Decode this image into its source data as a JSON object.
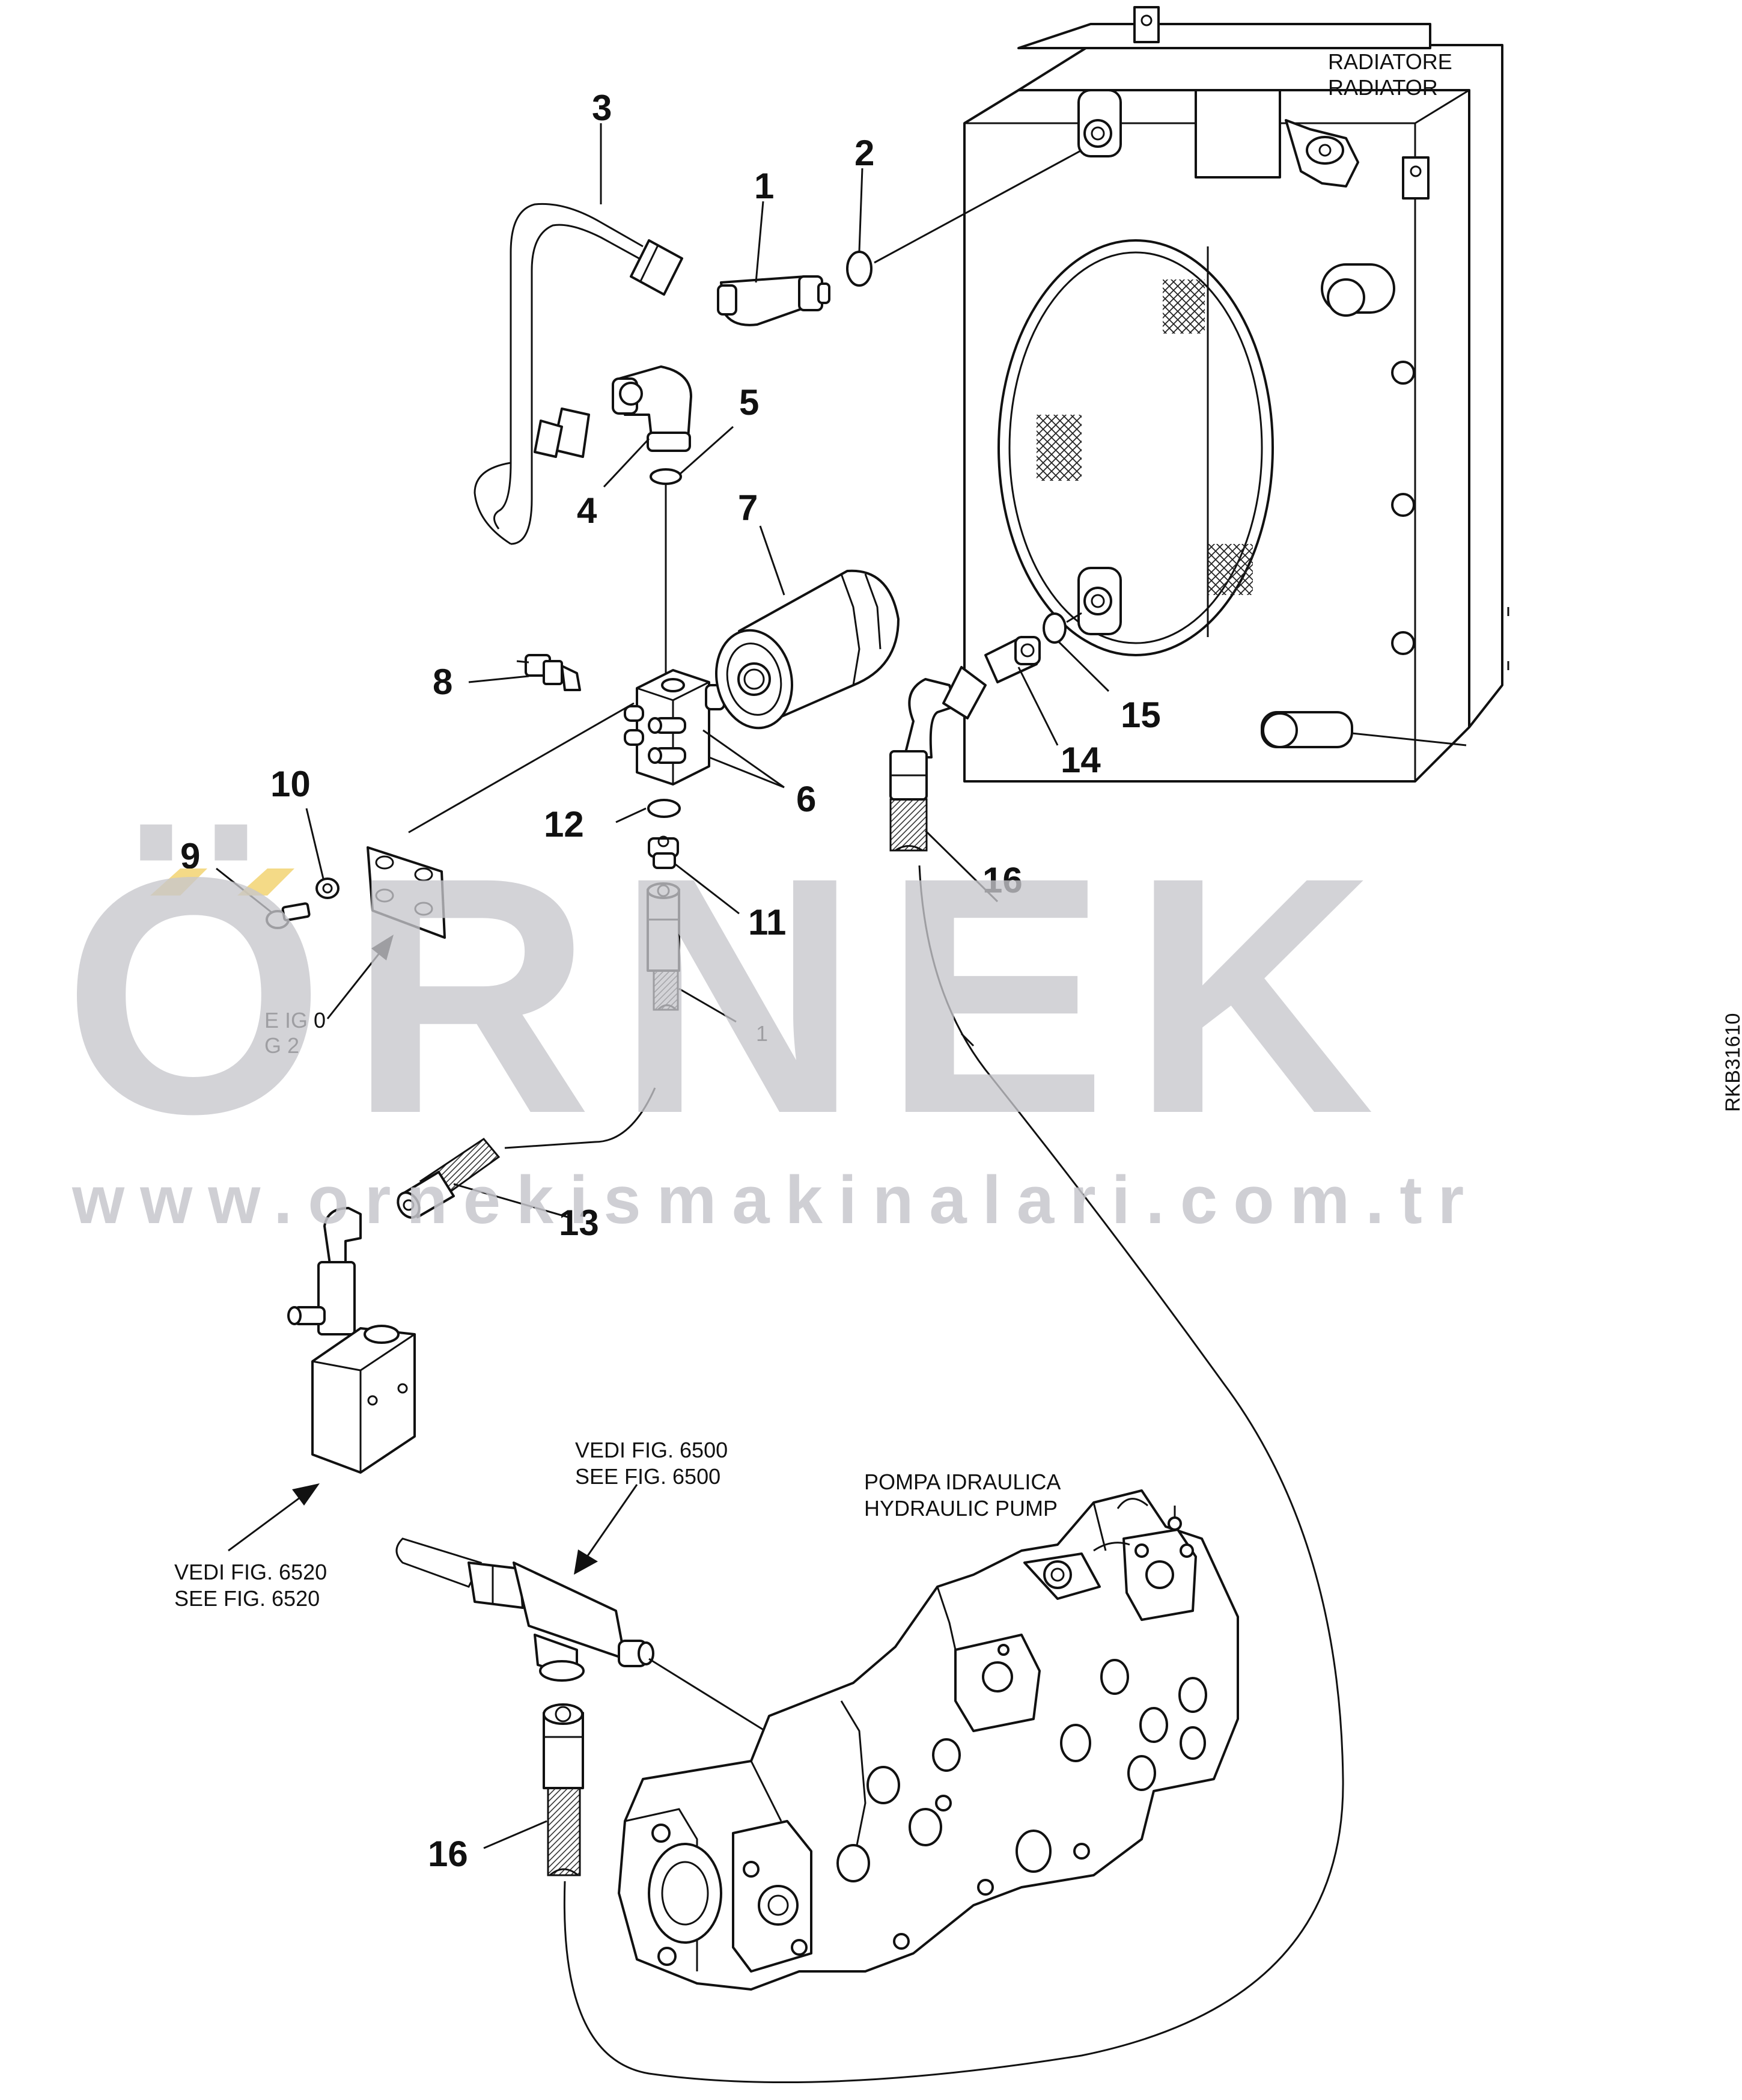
{
  "labels": {
    "radiator_it": "RADIATORE",
    "radiator_en": "RADIATOR",
    "pump_it": "POMPA IDRAULICA",
    "pump_en": "HYDRAULIC PUMP",
    "ref6500_it": "VEDI FIG. 6500",
    "ref6500_en": "SEE FIG. 6500",
    "ref6520_it": "VEDI FIG. 6520",
    "ref6520_en": "SEE FIG. 6520",
    "partial_ref_1": "E  IG   0",
    "partial_ref_2": "   G  2",
    "partial_ref_3": "1",
    "drawing_code": "RKB31610"
  },
  "callouts": [
    "1",
    "2",
    "3",
    "4",
    "5",
    "6",
    "7",
    "8",
    "9",
    "10",
    "11",
    "12",
    "13",
    "14",
    "15",
    "16",
    "16"
  ],
  "watermark": {
    "text": "ÖRNEK",
    "url": "www.orneki​smakinalari.com.tr",
    "color": "#c7c7cc",
    "accent_color": "#f2d372"
  }
}
